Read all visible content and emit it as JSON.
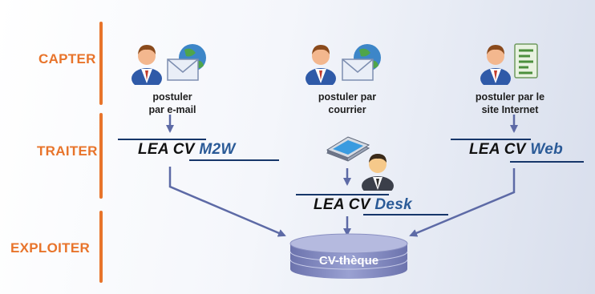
{
  "phases": {
    "capter": "CAPTER",
    "traiter": "TRAITER",
    "exploiter": "EXPLOITER"
  },
  "channels": {
    "email": {
      "line1": "postuler",
      "line2": "par e-mail"
    },
    "courrier": {
      "line1": "postuler par",
      "line2": "courrier"
    },
    "web": {
      "line1": "postuler par le",
      "line2": "site Internet"
    }
  },
  "products": {
    "m2w": {
      "prefix": "LEA CV",
      "suffix": "M2W"
    },
    "desk": {
      "prefix": "LEA CV",
      "suffix": "Desk"
    },
    "web": {
      "prefix": "LEA CV",
      "suffix": "Web"
    }
  },
  "database": {
    "label": "CV-thèque"
  },
  "colors": {
    "phase": "#e8742b",
    "arrow": "#5d6aa6",
    "product_suffix": "#2a5a97",
    "rule": "#16366a",
    "database": "#7f86bf"
  },
  "icons": [
    "person-icon",
    "envelope-globe-icon",
    "document-icon",
    "scanner-icon",
    "operator-icon",
    "database-icon"
  ]
}
